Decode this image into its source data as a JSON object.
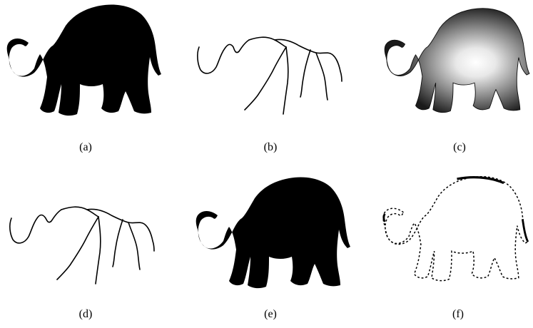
{
  "figure": {
    "panels": [
      {
        "id": "a",
        "caption": "(a)",
        "content": "silhouette"
      },
      {
        "id": "b",
        "caption": "(b)",
        "content": "skeleton"
      },
      {
        "id": "c",
        "caption": "(c)",
        "content": "distance-transform"
      },
      {
        "id": "d",
        "caption": "(d)",
        "content": "skeleton"
      },
      {
        "id": "e",
        "caption": "(e)",
        "content": "reconstructed-silhouette"
      },
      {
        "id": "f",
        "caption": "(f)",
        "content": "contour-difference"
      }
    ]
  }
}
